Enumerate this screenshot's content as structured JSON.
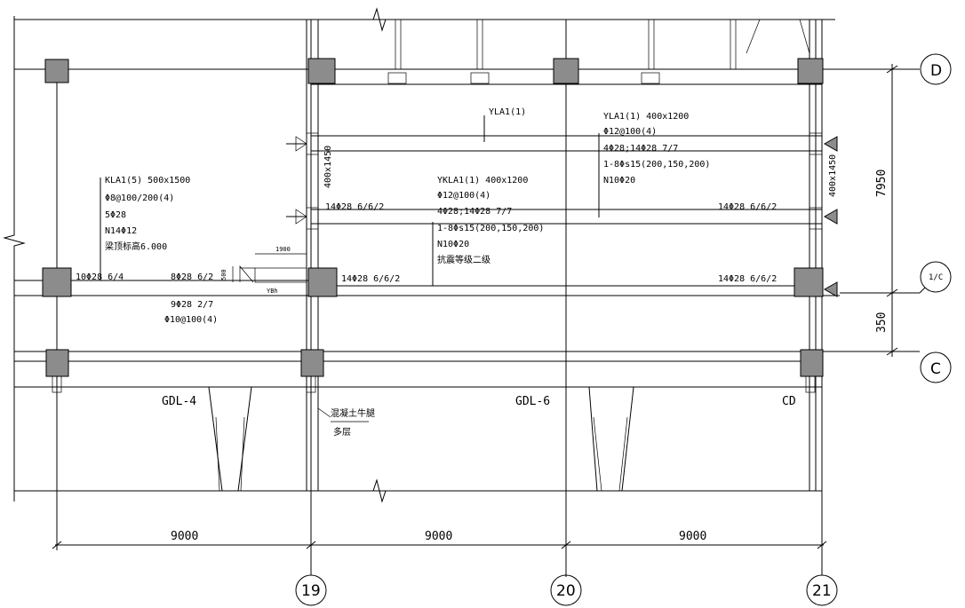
{
  "grid_labels": {
    "d": "D",
    "one_c": "1/C",
    "c": "C",
    "g19": "19",
    "g20": "20",
    "g21": "21"
  },
  "dimensions": {
    "bottom": [
      "9000",
      "9000",
      "9000"
    ],
    "right_upper": "7950",
    "right_lower": "350"
  },
  "beam_klai": {
    "lines": [
      "KLA1(5) 500x1500",
      "Φ8@100/200(4)",
      "5Φ28",
      "N14Φ12",
      "梁顶标高6.000"
    ]
  },
  "beam_ylai_top": "YLA1(1)",
  "beam_ylai_right": {
    "lines": [
      "YLA1(1) 400x1200",
      "Φ12@100(4)",
      "4Φ28;14Φ28 7/7",
      "1-8Φs15(200,150,200)",
      "N10Φ20"
    ]
  },
  "beam_ykla": {
    "lines": [
      "YKLA1(1) 400x1200",
      "Φ12@100(4)",
      "4Φ28;14Φ28 7/7",
      "1-8Φs15(200,150,200)",
      "N10Φ20",
      "抗震等级二级"
    ]
  },
  "section_marks": {
    "left_vertical": "400x1450",
    "right_vertical": "400x1450"
  },
  "rebar_notes": {
    "mid_left": "14Φ28 6/6/2",
    "mid_right": "14Φ28 6/6/2",
    "low_left_a": "10Φ28 6/4",
    "low_left_b": "8Φ28 6/2",
    "low_mid": "14Φ28 6/6/2",
    "low_right": "14Φ28 6/6/2",
    "under_a": "9Φ28 2/7",
    "under_b": "Φ10@100(4)"
  },
  "detail_marks": {
    "dim_1900": "1900",
    "dim_500": "500",
    "yb": "YBh"
  },
  "foundation_labels": {
    "gdl4": "GDL-4",
    "gdl6": "GDL-6",
    "cd": "CD",
    "note_a": "混凝土牛腿",
    "note_b": "多层"
  }
}
